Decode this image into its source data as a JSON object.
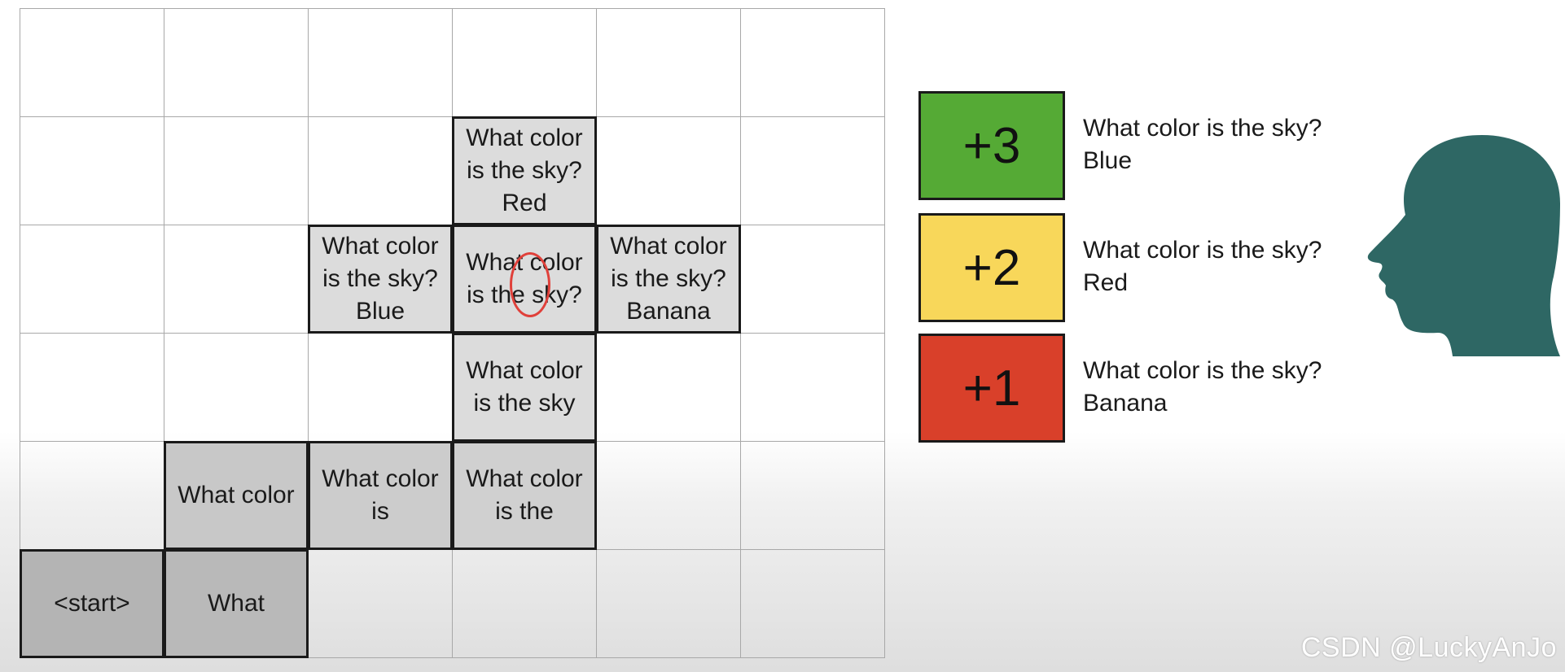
{
  "grid": {
    "rows": 6,
    "cols": 6,
    "cells": [
      {
        "id": "start",
        "row": 5,
        "col": 0,
        "text": "<start>",
        "fill": "#b4b4b4"
      },
      {
        "id": "what",
        "row": 5,
        "col": 1,
        "text": "What",
        "fill": "#b9b9b9"
      },
      {
        "id": "what-color",
        "row": 4,
        "col": 1,
        "text": "What color",
        "fill": "#c8c8c8"
      },
      {
        "id": "what-color-is",
        "row": 4,
        "col": 2,
        "text": "What color\nis",
        "fill": "#cccccc"
      },
      {
        "id": "what-color-is-the",
        "row": 4,
        "col": 3,
        "text": "What color\nis the",
        "fill": "#d0d0d0"
      },
      {
        "id": "what-color-is-the-sky",
        "row": 3,
        "col": 3,
        "text": "What color\nis the sky",
        "fill": "#dcdcdc"
      },
      {
        "id": "sky-question",
        "row": 2,
        "col": 3,
        "text": "What color\nis the sky?",
        "fill": "#dcdcdc"
      },
      {
        "id": "sky-blue",
        "row": 2,
        "col": 2,
        "text": "What color\nis the sky?\nBlue",
        "fill": "#dcdcdc"
      },
      {
        "id": "sky-banana",
        "row": 2,
        "col": 4,
        "text": "What color\nis the sky?\nBanana",
        "fill": "#dcdcdc"
      },
      {
        "id": "sky-red",
        "row": 1,
        "col": 3,
        "text": "What color\nis the sky?\nRed",
        "fill": "#dcdcdc"
      }
    ]
  },
  "rewards": [
    {
      "score": "+3",
      "color": "#55aa35",
      "text": "What color is the sky?\nBlue"
    },
    {
      "score": "+2",
      "color": "#f8d75a",
      "text": "What color is the sky?\nRed"
    },
    {
      "score": "+1",
      "color": "#d9402a",
      "text": "What color is the sky?\nBanana"
    }
  ],
  "head_icon": {
    "name": "human-head-profile-icon",
    "color": "#2e6764"
  },
  "watermark": "CSDN @LuckyAnJo"
}
